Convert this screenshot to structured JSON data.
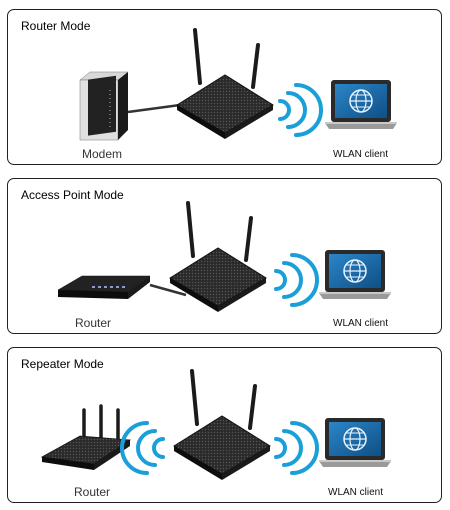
{
  "panels": [
    {
      "title": "Router Mode",
      "source_label": "Modem",
      "client_label": "WLAN client"
    },
    {
      "title": "Access Point Mode",
      "source_label": "Router",
      "client_label": "WLAN client"
    },
    {
      "title": "Repeater Mode",
      "source_label": "Router",
      "client_label": "WLAN client"
    }
  ],
  "colors": {
    "border": "#222222",
    "wifi_wave": "#1a9fd9",
    "device_dark": "#1b1b1b",
    "laptop_screen": "#1c6fb0"
  },
  "icons": {
    "modem": "modem-icon",
    "router": "router-icon",
    "wifi": "wifi-signal-icon",
    "laptop": "laptop-icon",
    "globe": "globe-icon"
  }
}
